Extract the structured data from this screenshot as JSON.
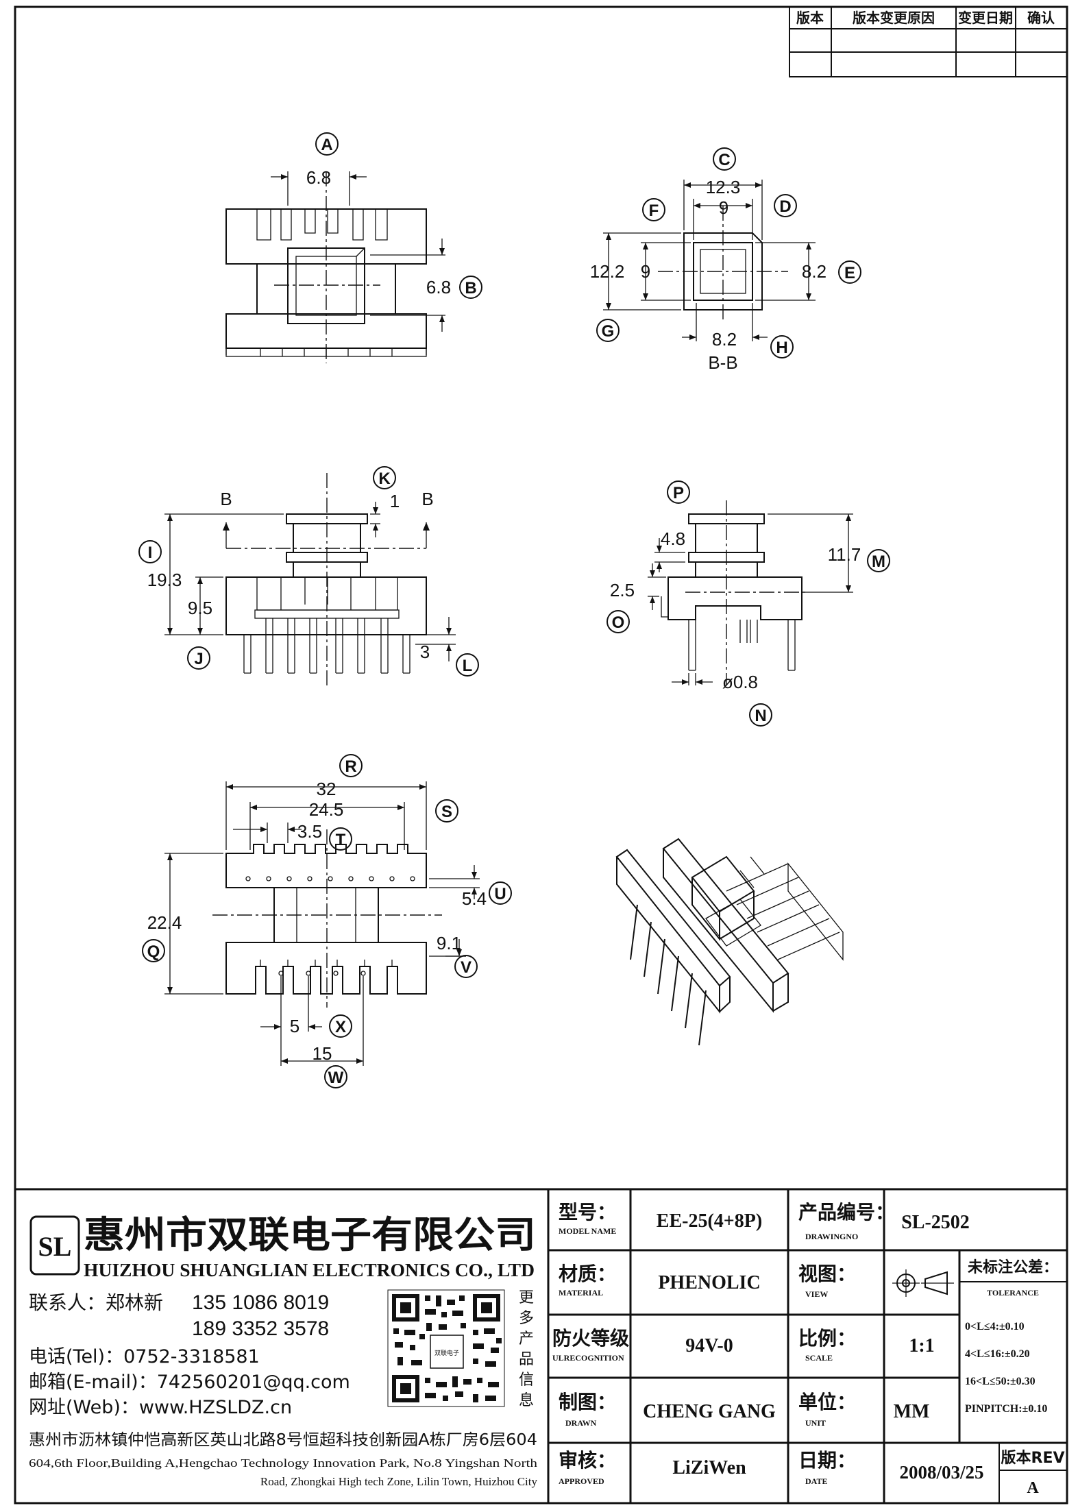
{
  "revision_table": {
    "headers": [
      "版本",
      "版本变更原因",
      "变更日期",
      "确认"
    ]
  },
  "views": {
    "top": {
      "callouts": [
        "A",
        "B"
      ],
      "dims": [
        "6.8",
        "6.8"
      ]
    },
    "section": {
      "callouts": [
        "C",
        "D",
        "E",
        "F",
        "G",
        "H"
      ],
      "dims": [
        "12.3",
        "9",
        "12.2",
        "9",
        "8.2",
        "8.2"
      ],
      "caption": "B-B"
    },
    "front": {
      "callouts": [
        "K",
        "I",
        "J",
        "L"
      ],
      "section_marks": [
        "B",
        "B"
      ],
      "dims": [
        "1",
        "19.3",
        "9.5",
        "3"
      ]
    },
    "side": {
      "callouts": [
        "P",
        "M",
        "O",
        "N"
      ],
      "dims": [
        "4.8",
        "11.7",
        "2.5",
        "ø0.8"
      ]
    },
    "bottom": {
      "callouts": [
        "R",
        "S",
        "T",
        "U",
        "Q",
        "V",
        "X",
        "W"
      ],
      "dims": [
        "32",
        "24.5",
        "3.5",
        "5.4",
        "22.4",
        "9.1",
        "5",
        "15"
      ]
    }
  },
  "company": {
    "logo_letters": "SL",
    "name_cn": "惠州市双联电子有限公司",
    "name_en": "HUIZHOU SHUANGLIAN ELECTRONICS CO., LTD",
    "contact_label": "联系人：郑林新",
    "phone1": "135 1086 8019",
    "phone2": "189 3352 3578",
    "tel": "电话(Tel)：0752-3318581",
    "email": "邮箱(E-mail)：742560201@qq.com",
    "web": "网址(Web)：www.HZSLDZ.cn",
    "qr_caption": [
      "更",
      "多",
      "产",
      "品",
      "信",
      "息"
    ],
    "qr_center": "双联电子",
    "address_cn": "惠州市沥林镇仲恺高新区英山北路8号恒超科技创新园A栋厂房6层604",
    "address_en1": "604,6th Floor,Building A,Hengchao Technology Innovation Park, No.8 Yingshan North",
    "address_en2": "Road, Zhongkai High tech Zone, Lilin Town, Huizhou City"
  },
  "title_block": {
    "model_label": "型号：",
    "model_sub": "MODEL NAME",
    "model_value": "EE-25(4+8P)",
    "drawing_label": "产品编号：",
    "drawing_sub": "DRAWINGNO",
    "drawing_value": "SL-2502",
    "material_label": "材质：",
    "material_sub": "MATERIAL",
    "material_value": "PHENOLIC",
    "view_label": "视图：",
    "view_sub": "VIEW",
    "tolerance_label": "未标注公差：",
    "tolerance_sub": "TOLERANCE",
    "tolerance_lines": [
      "0<L≤4:±0.10",
      "4<L≤16:±0.20",
      "16<L≤50:±0.30",
      "PINPITCH:±0.10"
    ],
    "fire_label": "防火等级",
    "fire_sub": "ULRECOGNITION",
    "fire_value": "94V-0",
    "scale_label": "比例：",
    "scale_sub": "SCALE",
    "scale_value": "1:1",
    "drawn_label": "制图：",
    "drawn_sub": "DRAWN",
    "drawn_value": "CHENG GANG",
    "unit_label": "单位：",
    "unit_sub": "UNIT",
    "unit_value": "MM",
    "approved_label": "审核：",
    "approved_sub": "APPROVED",
    "approved_value": "LiZiWen",
    "date_label": "日期：",
    "date_sub": "DATE",
    "date_value": "2008/03/25",
    "rev_label": "版本REV",
    "rev_value": "A"
  }
}
